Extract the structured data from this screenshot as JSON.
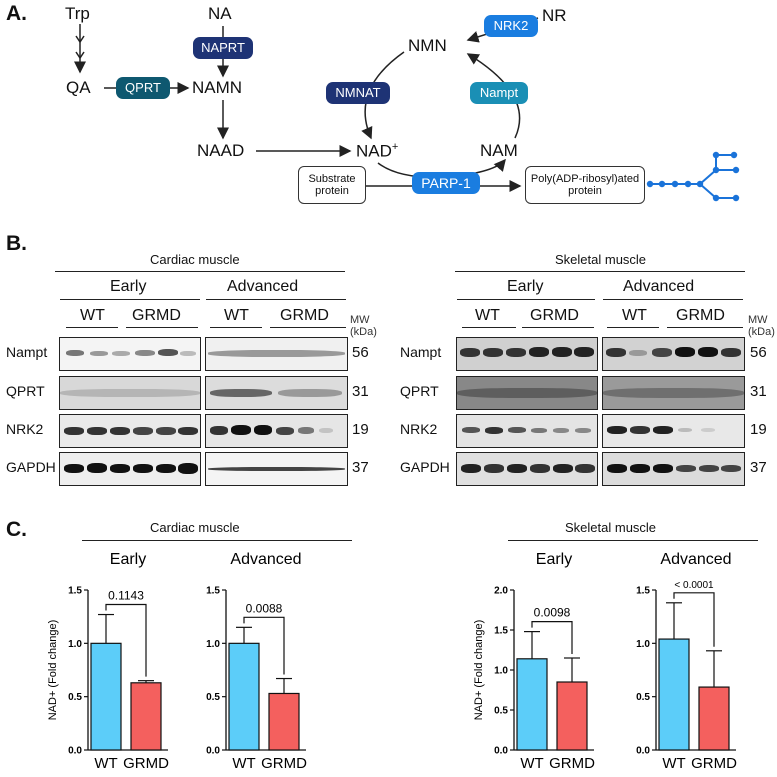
{
  "panelA": {
    "label": "A.",
    "metabolites": {
      "trp": "Trp",
      "qa": "QA",
      "na": "NA",
      "namn": "NAMN",
      "naad": "NAAD",
      "nad_base": "NAD",
      "nad_sup": "+",
      "nmn": "NMN",
      "nam": "NAM",
      "nr": "NR"
    },
    "enzymes": {
      "naprt": "NAPRT",
      "qprt": "QPRT",
      "nmnat": "NMNAT",
      "nampt": "Nampt",
      "nrk2": "NRK2",
      "parp1": "PARP-1"
    },
    "substrate_line1": "Substrate",
    "substrate_line2": "protein",
    "product_line1": "Poly(ADP-ribosyl)ated",
    "product_line2": "protein",
    "colors": {
      "navy": "#1e3375",
      "teal": "#0e5870",
      "cyan": "#1a8fb5",
      "blue": "#1a7de0",
      "chain": "#1a73d9"
    }
  },
  "panelB": {
    "label": "B.",
    "cardiac": {
      "title": "Cardiac muscle",
      "early": "Early",
      "advanced": "Advanced",
      "wt": "WT",
      "grmd": "GRMD",
      "rows": [
        "Nampt",
        "QPRT",
        "NRK2",
        "GAPDH"
      ],
      "mw": [
        "56",
        "31",
        "19",
        "37"
      ],
      "mw_head1": "MW",
      "mw_head2": "(kDa)"
    },
    "skeletal": {
      "title": "Skeletal muscle",
      "early": "Early",
      "advanced": "Advanced",
      "wt": "WT",
      "grmd": "GRMD",
      "rows": [
        "Nampt",
        "QPRT",
        "NRK2",
        "GAPDH"
      ],
      "mw": [
        "56",
        "31",
        "19",
        "37"
      ],
      "mw_head1": "MW",
      "mw_head2": "(kDa)"
    }
  },
  "panelC": {
    "label": "C.",
    "cardiac_title": "Cardiac muscle",
    "skeletal_title": "Skeletal muscle",
    "ylabel": "NAD+ (Fold change)",
    "colors": {
      "wt": "#5ccdf9",
      "grmd": "#f4605e"
    }
  },
  "chart_data": [
    {
      "type": "bar",
      "muscle": "Cardiac muscle",
      "title": "Early",
      "categories": [
        "WT",
        "GRMD"
      ],
      "values": [
        1.0,
        0.63
      ],
      "errors": [
        0.27,
        0.02
      ],
      "ylabel": "NAD+ (Fold change)",
      "ylim": [
        0,
        1.5
      ],
      "yticks": [
        "0.0",
        "0.5",
        "1.0",
        "1.5"
      ],
      "pvalue": "0.1143"
    },
    {
      "type": "bar",
      "muscle": "Cardiac muscle",
      "title": "Advanced",
      "categories": [
        "WT",
        "GRMD"
      ],
      "values": [
        1.0,
        0.53
      ],
      "errors": [
        0.15,
        0.14
      ],
      "ylabel": "",
      "ylim": [
        0,
        1.5
      ],
      "yticks": [
        "0.0",
        "0.5",
        "1.0",
        "1.5"
      ],
      "pvalue": "0.0088"
    },
    {
      "type": "bar",
      "muscle": "Skeletal muscle",
      "title": "Early",
      "categories": [
        "WT",
        "GRMD"
      ],
      "values": [
        1.14,
        0.85
      ],
      "errors": [
        0.34,
        0.3
      ],
      "ylabel": "NAD+ (Fold change)",
      "ylim": [
        0,
        2.0
      ],
      "yticks": [
        "0.0",
        "0.5",
        "1.0",
        "1.5",
        "2.0"
      ],
      "pvalue": "0.0098"
    },
    {
      "type": "bar",
      "muscle": "Skeletal muscle",
      "title": "Advanced",
      "categories": [
        "WT",
        "GRMD"
      ],
      "values": [
        1.04,
        0.59
      ],
      "errors": [
        0.34,
        0.34
      ],
      "ylabel": "",
      "ylim": [
        0,
        1.5
      ],
      "yticks": [
        "0.0",
        "0.5",
        "1.0",
        "1.5"
      ],
      "pvalue": "< 0.0001"
    }
  ]
}
